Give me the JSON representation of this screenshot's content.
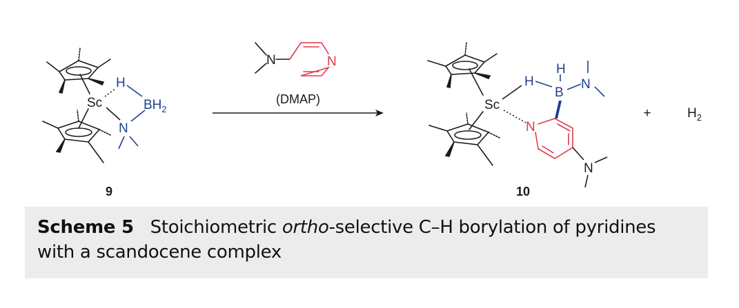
{
  "colors": {
    "bond": "#1a1a1a",
    "boron_amide": "#1f3f8f",
    "pyridine": "#e0374a",
    "caption_bg": "#ececec",
    "frame_bg": "#ffffff"
  },
  "left_complex": {
    "metal": "Sc",
    "hydride": "H",
    "boron": "BH",
    "boron_subscript": "2",
    "nitrogen": "N",
    "compound_number": "9"
  },
  "arrow": {
    "pyridine_n": "N",
    "amine_n": "N",
    "reagent_label": "(DMAP)"
  },
  "right_complex": {
    "metal": "Sc",
    "hydride": "H",
    "boron_h": "H",
    "boron": "B",
    "amide_n": "N",
    "pyridine_n": "N",
    "dmap_n": "N",
    "compound_number": "10"
  },
  "byproduct": {
    "plus": "+",
    "formula": "H",
    "subscript": "2"
  },
  "caption": {
    "label": "Scheme 5",
    "text_before": "Stoichiometric ",
    "text_italic": "ortho",
    "text_after": "-selective C–H borylation of pyridines with a scandocene complex"
  }
}
